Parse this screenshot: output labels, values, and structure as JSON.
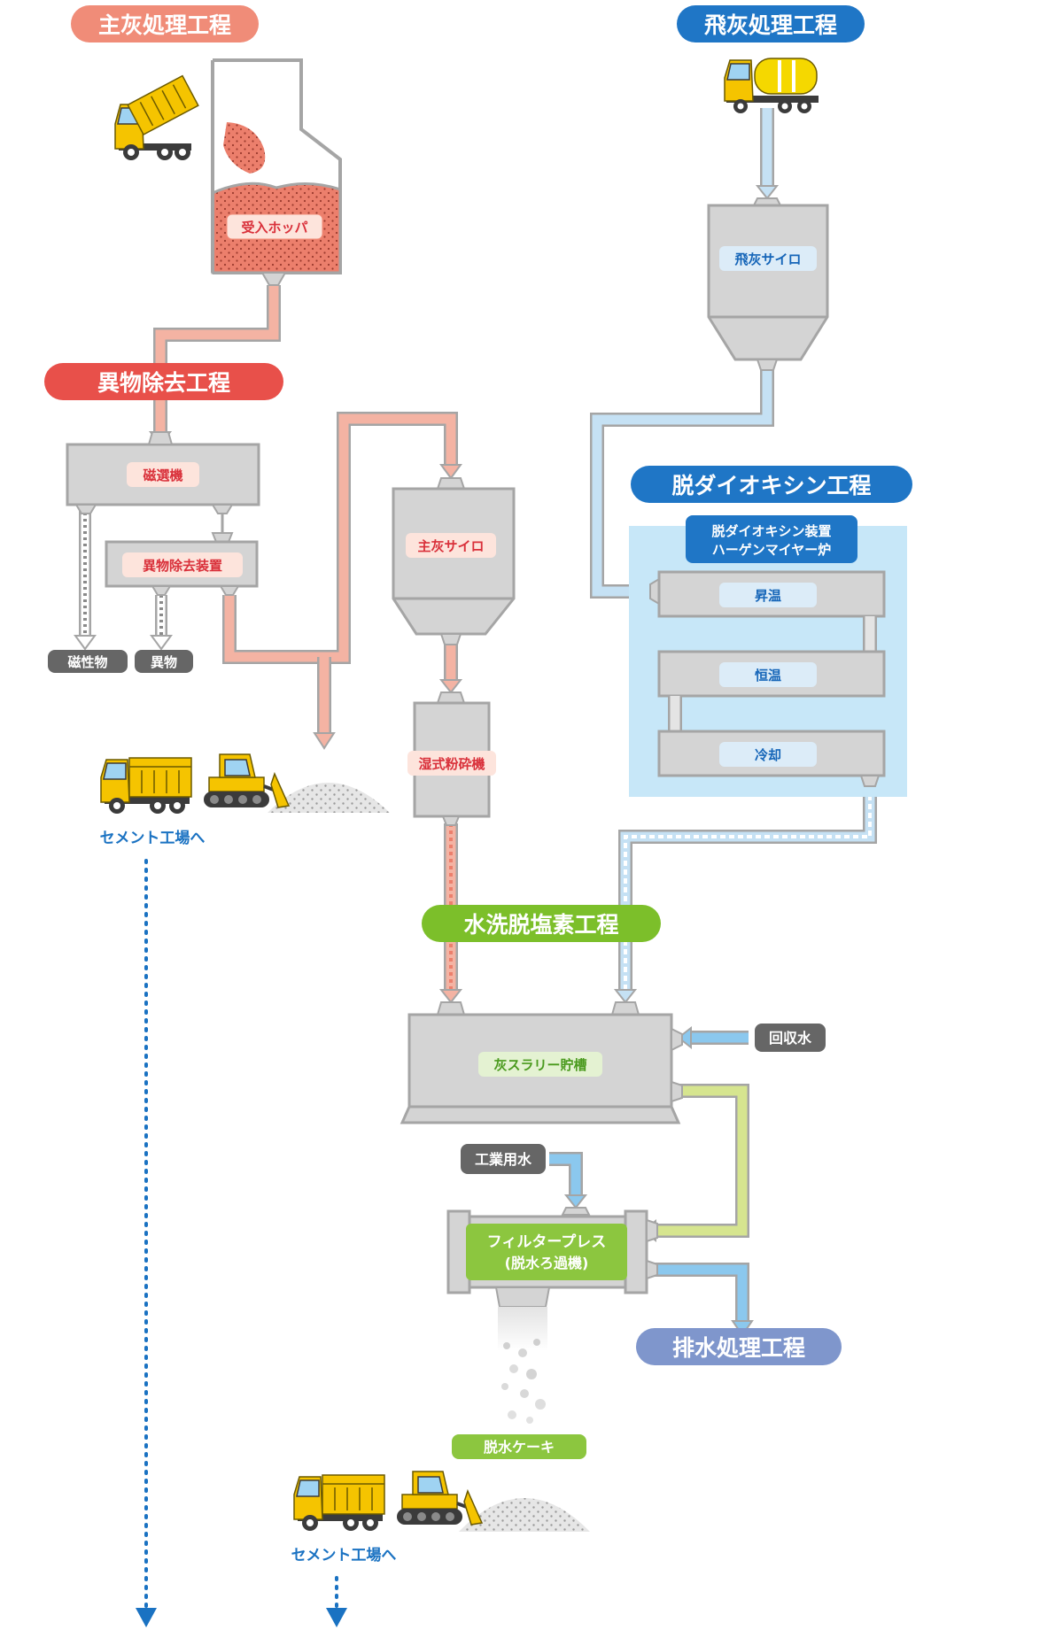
{
  "process_titles": {
    "main_ash": "主灰処理工程",
    "fly_ash": "飛灰処理工程",
    "foreign_removal": "異物除去工程",
    "dioxin_removal": "脱ダイオキシン工程",
    "washing_dechlorination": "水洗脱塩素工程",
    "wastewater": "排水処理工程"
  },
  "equipment": {
    "receiving_hopper": "受入ホッパ",
    "magnetic_separator": "磁選機",
    "foreign_removal_device": "異物除去装置",
    "main_ash_silo": "主灰サイロ",
    "wet_crusher": "湿式粉砕機",
    "fly_ash_silo": "飛灰サイロ",
    "dioxin_device_line1": "脱ダイオキシン装置",
    "dioxin_device_line2": "ハーゲンマイヤー炉",
    "heating": "昇温",
    "constant_temp": "恒温",
    "cooling": "冷却",
    "slurry_tank": "灰スラリー貯槽",
    "filter_press_line1": "フィルタープレス",
    "filter_press_line2": "(脱水ろ過機)",
    "dewatered_cake": "脱水ケーキ"
  },
  "outputs": {
    "magnetic_material": "磁性物",
    "foreign_material": "異物",
    "to_cement_plant_1": "セメント工場へ",
    "to_cement_plant_2": "セメント工場へ"
  },
  "inputs": {
    "recovered_water": "回収水",
    "industrial_water": "工業用水"
  },
  "colors": {
    "main_ash": "#f08c78",
    "fly_ash": "#1f76c6",
    "foreign_removal": "#e8504a",
    "dioxin_removal": "#1f76c6",
    "washing": "#7cbf2a",
    "wastewater": "#7f96cc",
    "pipe_main": "#f4b3a3",
    "pipe_fly": "#c5e1f4",
    "pipe_green": "#d6e58f",
    "pipe_water": "#8bc8ee",
    "equipment": "#d4d4d4",
    "dioxin_panel": "#c7e7f8",
    "note_blue": "#1a72c2"
  }
}
